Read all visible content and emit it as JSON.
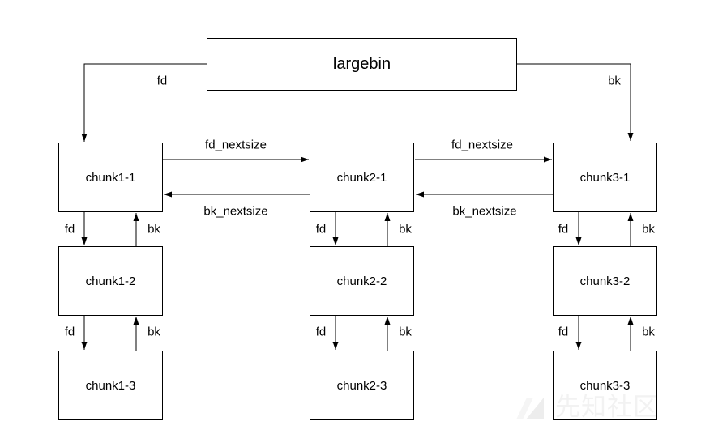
{
  "diagram": {
    "description_type": "doubly-linked-list-diagram",
    "nodes": {
      "largebin": "largebin",
      "chunks": [
        [
          "chunk1-1",
          "chunk1-2",
          "chunk1-3"
        ],
        [
          "chunk2-1",
          "chunk2-2",
          "chunk2-3"
        ],
        [
          "chunk3-1",
          "chunk3-2",
          "chunk3-3"
        ]
      ]
    },
    "labels": {
      "fd": "fd",
      "bk": "bk",
      "fd_nextsize": "fd_nextsize",
      "bk_nextsize": "bk_nextsize"
    },
    "edges": [
      {
        "from": "largebin",
        "to": "chunk1-1",
        "label": "fd"
      },
      {
        "from": "largebin",
        "to": "chunk3-1",
        "label": "bk"
      },
      {
        "from": "chunk1-1",
        "to": "chunk2-1",
        "label": "fd_nextsize"
      },
      {
        "from": "chunk2-1",
        "to": "chunk1-1",
        "label": "bk_nextsize"
      },
      {
        "from": "chunk2-1",
        "to": "chunk3-1",
        "label": "fd_nextsize"
      },
      {
        "from": "chunk3-1",
        "to": "chunk2-1",
        "label": "bk_nextsize"
      },
      {
        "from": "chunk1-1",
        "to": "chunk1-2",
        "label": "fd"
      },
      {
        "from": "chunk1-2",
        "to": "chunk1-1",
        "label": "bk"
      },
      {
        "from": "chunk1-2",
        "to": "chunk1-3",
        "label": "fd"
      },
      {
        "from": "chunk1-3",
        "to": "chunk1-2",
        "label": "bk"
      },
      {
        "from": "chunk2-1",
        "to": "chunk2-2",
        "label": "fd"
      },
      {
        "from": "chunk2-2",
        "to": "chunk2-1",
        "label": "bk"
      },
      {
        "from": "chunk2-2",
        "to": "chunk2-3",
        "label": "fd"
      },
      {
        "from": "chunk2-3",
        "to": "chunk2-2",
        "label": "bk"
      },
      {
        "from": "chunk3-1",
        "to": "chunk3-2",
        "label": "fd"
      },
      {
        "from": "chunk3-2",
        "to": "chunk3-1",
        "label": "bk"
      },
      {
        "from": "chunk3-2",
        "to": "chunk3-3",
        "label": "fd"
      },
      {
        "from": "chunk3-3",
        "to": "chunk3-2",
        "label": "bk"
      }
    ]
  },
  "watermark": {
    "text": "先知社区"
  },
  "colors": {
    "background": "#ffffff",
    "line": "#000000",
    "box_border": "#000000",
    "text": "#000000",
    "watermark_text": "#f2f2f2",
    "watermark_logo": "#ededed"
  }
}
